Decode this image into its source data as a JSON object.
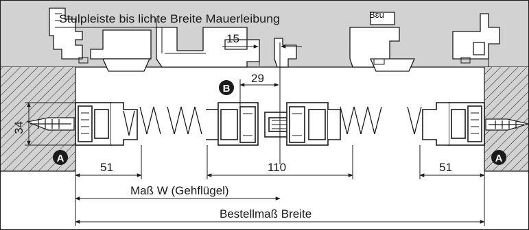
{
  "header_text": "Stulpleiste bis lichte Breite Mauerleibung",
  "dims": {
    "d15": "15",
    "d29": "29",
    "d34": "34",
    "d51_left": "51",
    "d51_right": "51",
    "d110": "110"
  },
  "markers": {
    "A": "A",
    "B": "B"
  },
  "labels": {
    "width_leaf": "Maß W (Gehflügel)",
    "order_width": "Bestellmaß Breite"
  },
  "corner_text": "Bɛu",
  "colors": {
    "frame_grey": "#d2d2d2",
    "wall_grey": "#d2d2d2",
    "line": "#1a1a1a",
    "marker_fill": "#1a1a1a",
    "marker_text": "#ffffff"
  }
}
